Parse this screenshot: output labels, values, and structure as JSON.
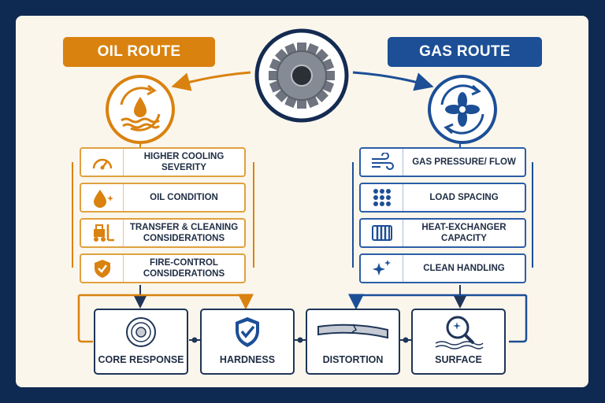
{
  "oil_route": {
    "title": "OIL ROUTE",
    "color": "#d9820f",
    "items": [
      {
        "label": "HIGHER COOLING SEVERITY",
        "icon": "gauge-icon"
      },
      {
        "label": "OIL CONDITION",
        "icon": "oil-drop-icon"
      },
      {
        "label": "TRANSFER & CLEANING CONSIDERATIONS",
        "icon": "forklift-icon"
      },
      {
        "label": "FIRE-CONTROL CONSIDERATIONS",
        "icon": "shield-check-icon"
      }
    ]
  },
  "gas_route": {
    "title": "GAS ROUTE",
    "color": "#1c4f96",
    "items": [
      {
        "label": "GAS PRESSURE/ FLOW",
        "icon": "wind-icon"
      },
      {
        "label": "LOAD SPACING",
        "icon": "dot-grid-icon"
      },
      {
        "label": "HEAT-EXCHANGER CAPACITY",
        "icon": "radiator-icon"
      },
      {
        "label": "CLEAN HANDLING",
        "icon": "sparkle-icon"
      }
    ]
  },
  "center_icon": "gear-icon",
  "results": [
    {
      "label": "CORE RESPONSE",
      "icon": "core-target-icon"
    },
    {
      "label": "HARDNESS",
      "icon": "hardness-shield-icon"
    },
    {
      "label": "DISTORTION",
      "icon": "bent-bar-icon"
    },
    {
      "label": "SURFACE",
      "icon": "magnifier-icon"
    }
  ]
}
